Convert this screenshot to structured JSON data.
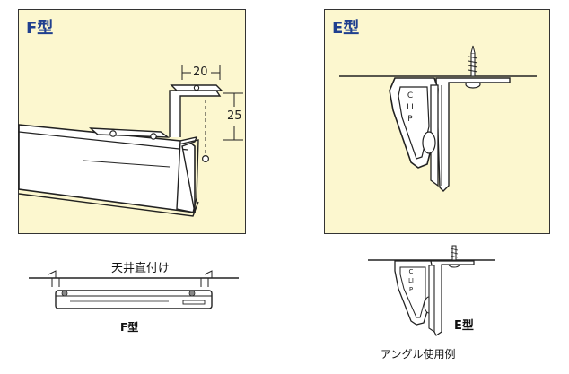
{
  "panels": {
    "f_type": {
      "title": "F型",
      "dim_width": "20",
      "dim_height": "25"
    },
    "e_type": {
      "title": "E型",
      "clip_text": "CLIP"
    }
  },
  "bottom_left": {
    "ceiling_label": "天井直付け",
    "type_label": "F型"
  },
  "bottom_right": {
    "clip_text": "CLIP",
    "type_label": "E型",
    "caption": "アングル使用例"
  },
  "colors": {
    "panel_bg": "#fcf7cf",
    "title_blue": "#1f3f8f",
    "line": "#222222"
  }
}
